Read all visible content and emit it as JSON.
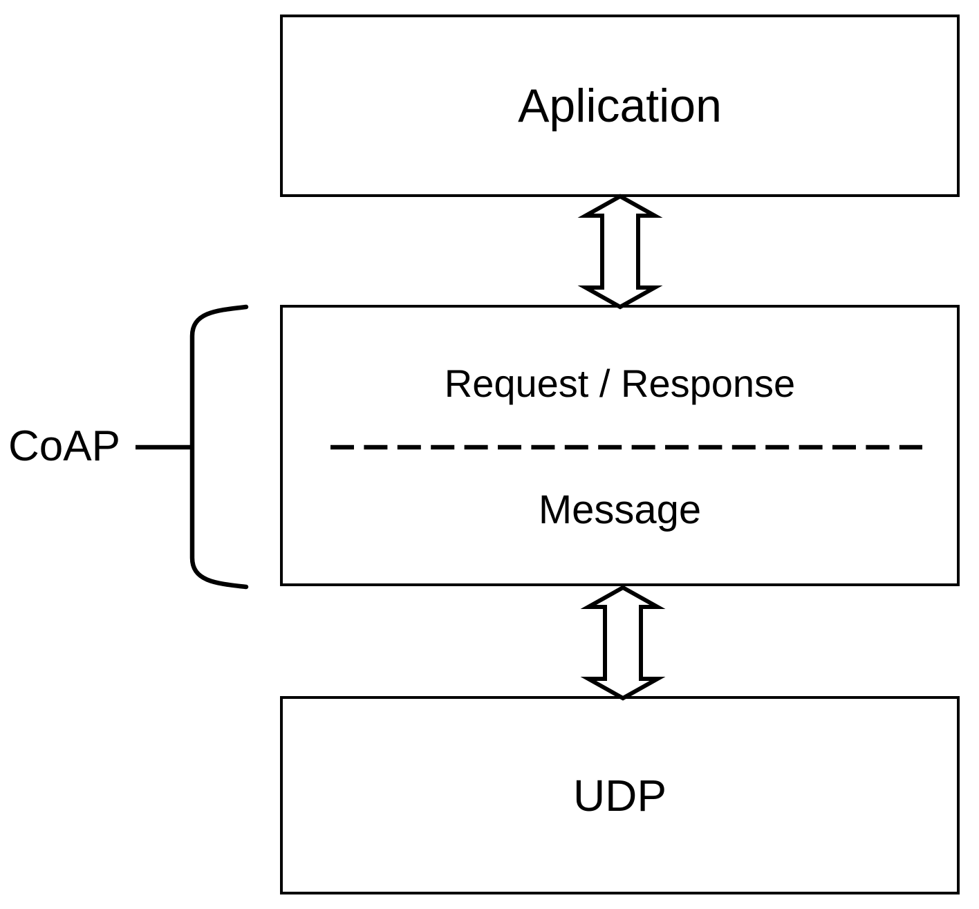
{
  "layers": {
    "application": {
      "label": "Aplication"
    },
    "coap": {
      "brace_label": "CoAP",
      "sublayers": {
        "request_response": {
          "label": "Request / Response"
        },
        "message": {
          "label": "Message"
        }
      }
    },
    "udp": {
      "label": "UDP"
    }
  },
  "connectors": {
    "app_coap_arrow": "double-headed-vertical-arrow",
    "coap_udp_arrow": "double-headed-vertical-arrow",
    "sublayer_divider": "dashed-horizontal-line",
    "coap_brace": "curly-brace-left"
  },
  "colors": {
    "stroke": "#000000",
    "background": "#ffffff",
    "text": "#000000"
  }
}
